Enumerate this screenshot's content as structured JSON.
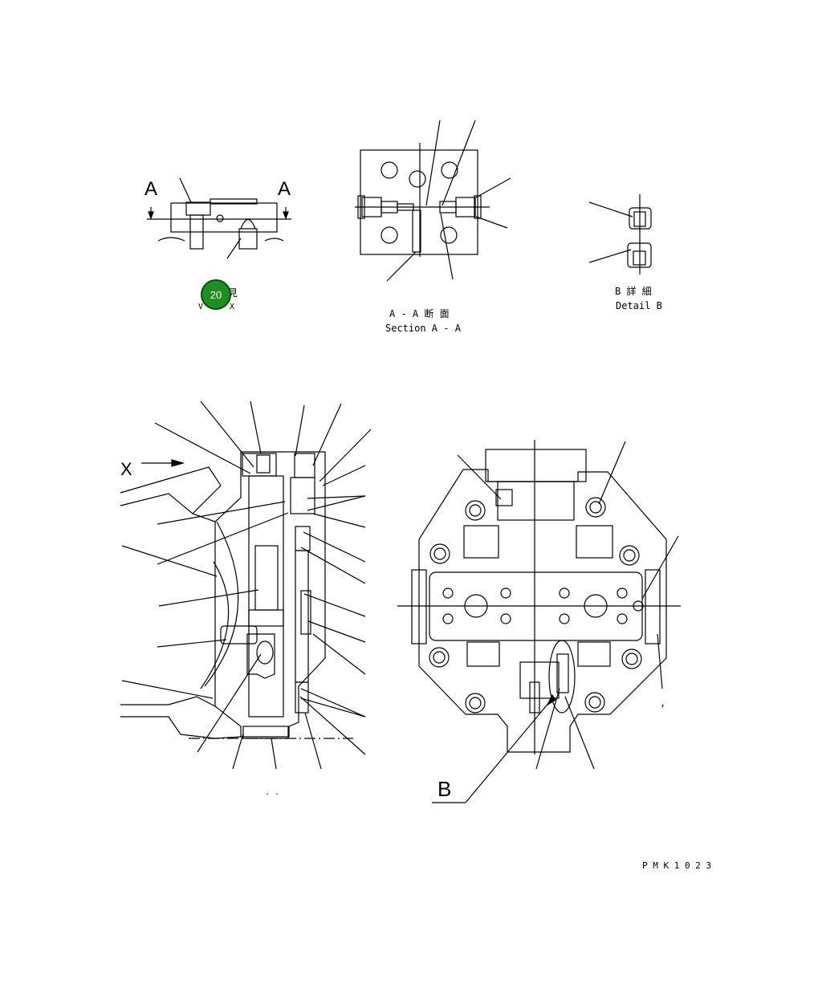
{
  "view_top": {
    "label_left": "A",
    "label_right": "A",
    "caption_jp_visible": "見",
    "caption_v": "V",
    "caption_x": "X"
  },
  "hotspot": {
    "number": "20",
    "color": "#1f8f22"
  },
  "section_aa": {
    "caption_jp": "A - A 断 面",
    "caption_en": "Section A - A"
  },
  "detail_b": {
    "caption_jp": "B 詳 細",
    "caption_en": "Detail B"
  },
  "main_view": {
    "arrow_label": "X",
    "bottom_mark": "- -"
  },
  "front_view": {
    "b_label": "B",
    "small_mark": ","
  },
  "drawing_code": "P M K 1 0 2 3"
}
